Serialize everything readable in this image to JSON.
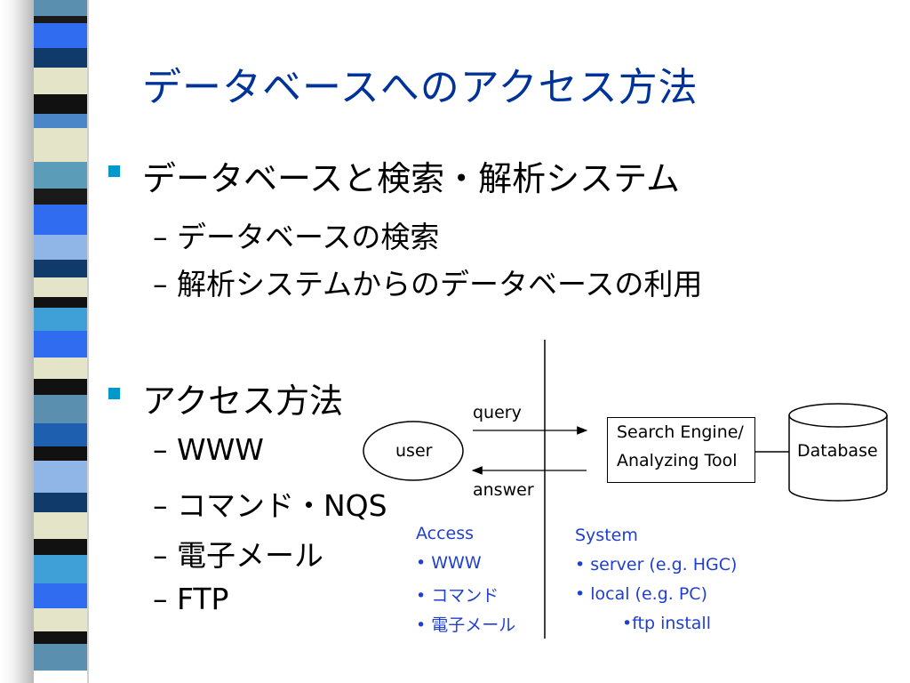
{
  "title": "データベースへのアクセス方法",
  "bullets": [
    {
      "text": "データベースと検索・解析システム",
      "subs": [
        "– データベースの検索",
        "– 解析システムからのデータベースの利用"
      ]
    },
    {
      "text": "アクセス方法",
      "subs": [
        "– WWW",
        "– コマンド・NQS",
        "– 電子メール",
        "– FTP"
      ]
    }
  ],
  "diagram": {
    "user": "user",
    "query": "query",
    "answer": "answer",
    "search_engine_line1": "Search Engine/",
    "search_engine_line2": "Analyzing Tool",
    "database": "Database",
    "access": {
      "heading": "Access",
      "items": [
        "• WWW",
        "• コマンド",
        "• 電子メール"
      ]
    },
    "system": {
      "heading": "System",
      "items": [
        "• server (e.g. HGC)",
        "• local (e.g. PC)",
        "•ftp install"
      ]
    }
  },
  "colors": {
    "title": "#003399",
    "bullet": "#0099cc",
    "annotation": "#1f3fd0"
  }
}
